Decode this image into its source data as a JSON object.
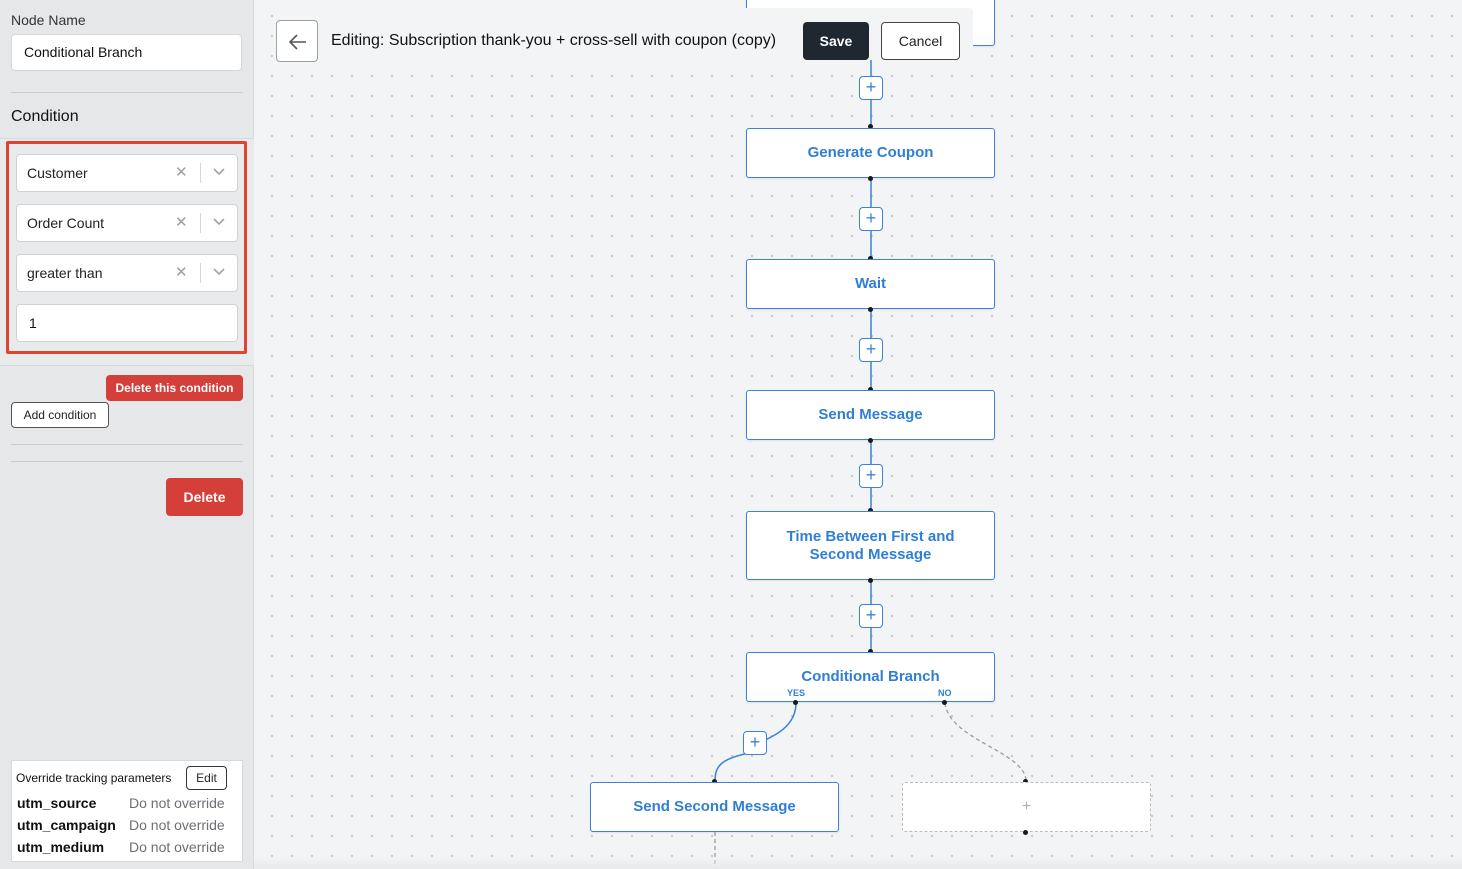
{
  "sidebar": {
    "node_name_label": "Node Name",
    "node_name_value": "Conditional Branch",
    "condition_label": "Condition",
    "condition": {
      "object": "Customer",
      "field": "Order Count",
      "operator": "greater than",
      "value": "1"
    },
    "delete_condition_label": "Delete this condition",
    "add_condition_label": "Add condition",
    "delete_label": "Delete",
    "tracking": {
      "title": "Override tracking parameters",
      "edit_label": "Edit",
      "params": [
        {
          "key": "utm_source",
          "value": "Do not override"
        },
        {
          "key": "utm_campaign",
          "value": "Do not override"
        },
        {
          "key": "utm_medium",
          "value": "Do not override"
        }
      ]
    }
  },
  "header": {
    "title": "Editing: Subscription thank-you + cross-sell with coupon (copy)",
    "save_label": "Save",
    "cancel_label": "Cancel"
  },
  "flow": {
    "nodes": [
      {
        "label": "Generate Coupon"
      },
      {
        "label": "Wait"
      },
      {
        "label": "Send Message"
      },
      {
        "label": "Time Between First and Second Message"
      },
      {
        "label": "Conditional Branch"
      },
      {
        "label": "Send Second Message"
      }
    ],
    "yes_label": "YES",
    "no_label": "NO",
    "placeholder_label": "+",
    "add_step_symbol": "+"
  },
  "colors": {
    "accent": "#2f7fd6",
    "danger": "#d43f3a",
    "highlight": "#e0432f",
    "primary_button": "#1f2730"
  },
  "icons": {
    "back": "arrow-left-icon",
    "clear": "clear-x-icon",
    "dropdown": "chevron-down-icon",
    "add": "plus-icon"
  }
}
